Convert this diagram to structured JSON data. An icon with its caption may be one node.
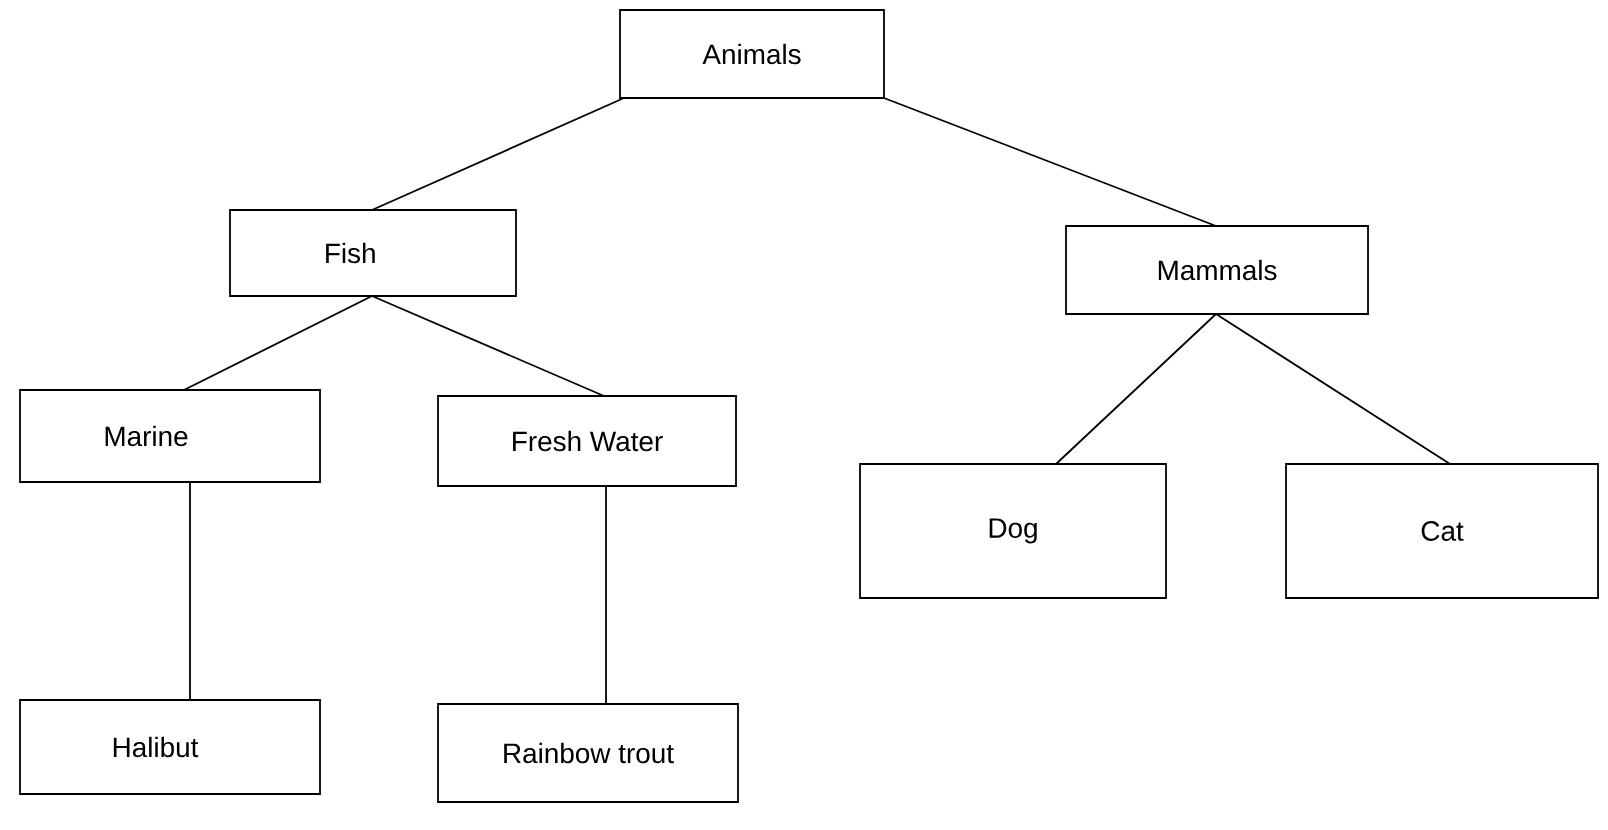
{
  "diagram": {
    "nodes": [
      {
        "text": [
          "Animals"
        ]
      },
      {
        "text": [
          "Fish"
        ]
      },
      {
        "text": [
          "Mammals"
        ]
      },
      {
        "text": [
          "Marine"
        ]
      },
      {
        "text": [
          "Fresh Water"
        ]
      },
      {
        "text": [
          "Dog"
        ]
      },
      {
        "text": [
          "Cat"
        ]
      },
      {
        "text": [
          "Halibut"
        ]
      },
      {
        "text": [
          "Rainbow trout"
        ]
      }
    ],
    "edges": [
      {
        "from": 0,
        "to": 1,
        "arrow": "none"
      },
      {
        "from": 0,
        "to": 2,
        "arrow": "none"
      },
      {
        "from": 1,
        "to": 3,
        "arrow": "none"
      },
      {
        "from": 1,
        "to": 4,
        "arrow": "none"
      },
      {
        "from": 2,
        "to": 5,
        "arrow": "none"
      },
      {
        "from": 2,
        "to": 6,
        "arrow": "none"
      },
      {
        "from": 3,
        "to": 7,
        "arrow": "none"
      },
      {
        "from": 4,
        "to": 8,
        "arrow": "none"
      }
    ]
  }
}
